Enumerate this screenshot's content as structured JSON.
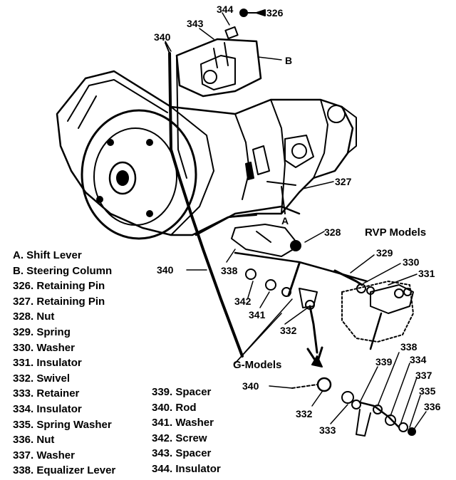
{
  "callouts": {
    "c344_top": "344",
    "c326_top": "326",
    "c343_top": "343",
    "c340_top": "340",
    "cB": "B",
    "c327": "327",
    "c328": "328",
    "c340_mid": "340",
    "c338_mid": "338",
    "c329": "329",
    "c330": "330",
    "c331": "331",
    "c342": "342",
    "c341": "341",
    "c332_mid": "332",
    "cA": "A",
    "c340_low": "340",
    "c332_low": "332",
    "c333": "333",
    "c339": "339",
    "c338_low": "338",
    "c334": "334",
    "c337": "337",
    "c335": "335",
    "c336": "336"
  },
  "model_labels": {
    "rvp": "RVP Models",
    "g": "G-Models"
  },
  "legend_left": [
    "A. Shift Lever",
    "B. Steering Column",
    "326. Retaining Pin",
    "327. Retaining Pin",
    "328. Nut",
    "329. Spring",
    "330. Washer",
    "331. Insulator",
    "332. Swivel",
    "333. Retainer",
    "334. Insulator",
    "335. Spring Washer",
    "336. Nut",
    "337. Washer",
    "338. Equalizer Lever"
  ],
  "legend_right": [
    "339. Spacer",
    "340. Rod",
    "341. Washer",
    "342. Screw",
    "343. Spacer",
    "344. Insulator"
  ]
}
